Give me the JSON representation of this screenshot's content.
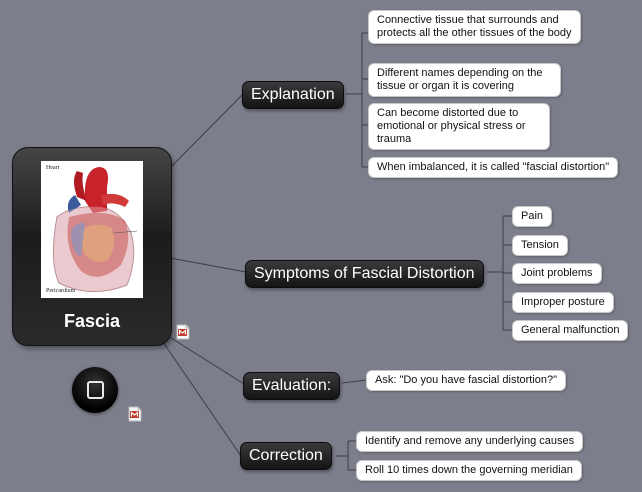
{
  "central": {
    "title": "Fascia",
    "image": {
      "label_top": "Heart",
      "label_bottom": "Pericardium"
    }
  },
  "topics": [
    {
      "label": "Explanation",
      "items": [
        "Connective tissue that surrounds and protects all the other tissues of the body",
        "Different names depending on the tissue or organ it is covering",
        "Can become distorted due to emotional or physical stress or trauma",
        "When imbalanced, it is called \"fascial distortion\""
      ]
    },
    {
      "label": "Symptoms of Fascial Distortion",
      "items": [
        "Pain",
        "Tension",
        "Joint problems",
        "Improper posture",
        "General malfunction"
      ]
    },
    {
      "label": "Evaluation:",
      "items": [
        "Ask: \"Do you have fascial distortion?\""
      ]
    },
    {
      "label": "Correction",
      "items": [
        "Identify and remove any underlying causes",
        "Roll 10 times down the governing meridian"
      ]
    }
  ],
  "colors": {
    "background": "#7c7e8c",
    "topic": "#1c1c1d",
    "connector": "#3c3d45",
    "note_icon": "#c0392b"
  },
  "icons": [
    "note-icon",
    "home-button-icon"
  ]
}
